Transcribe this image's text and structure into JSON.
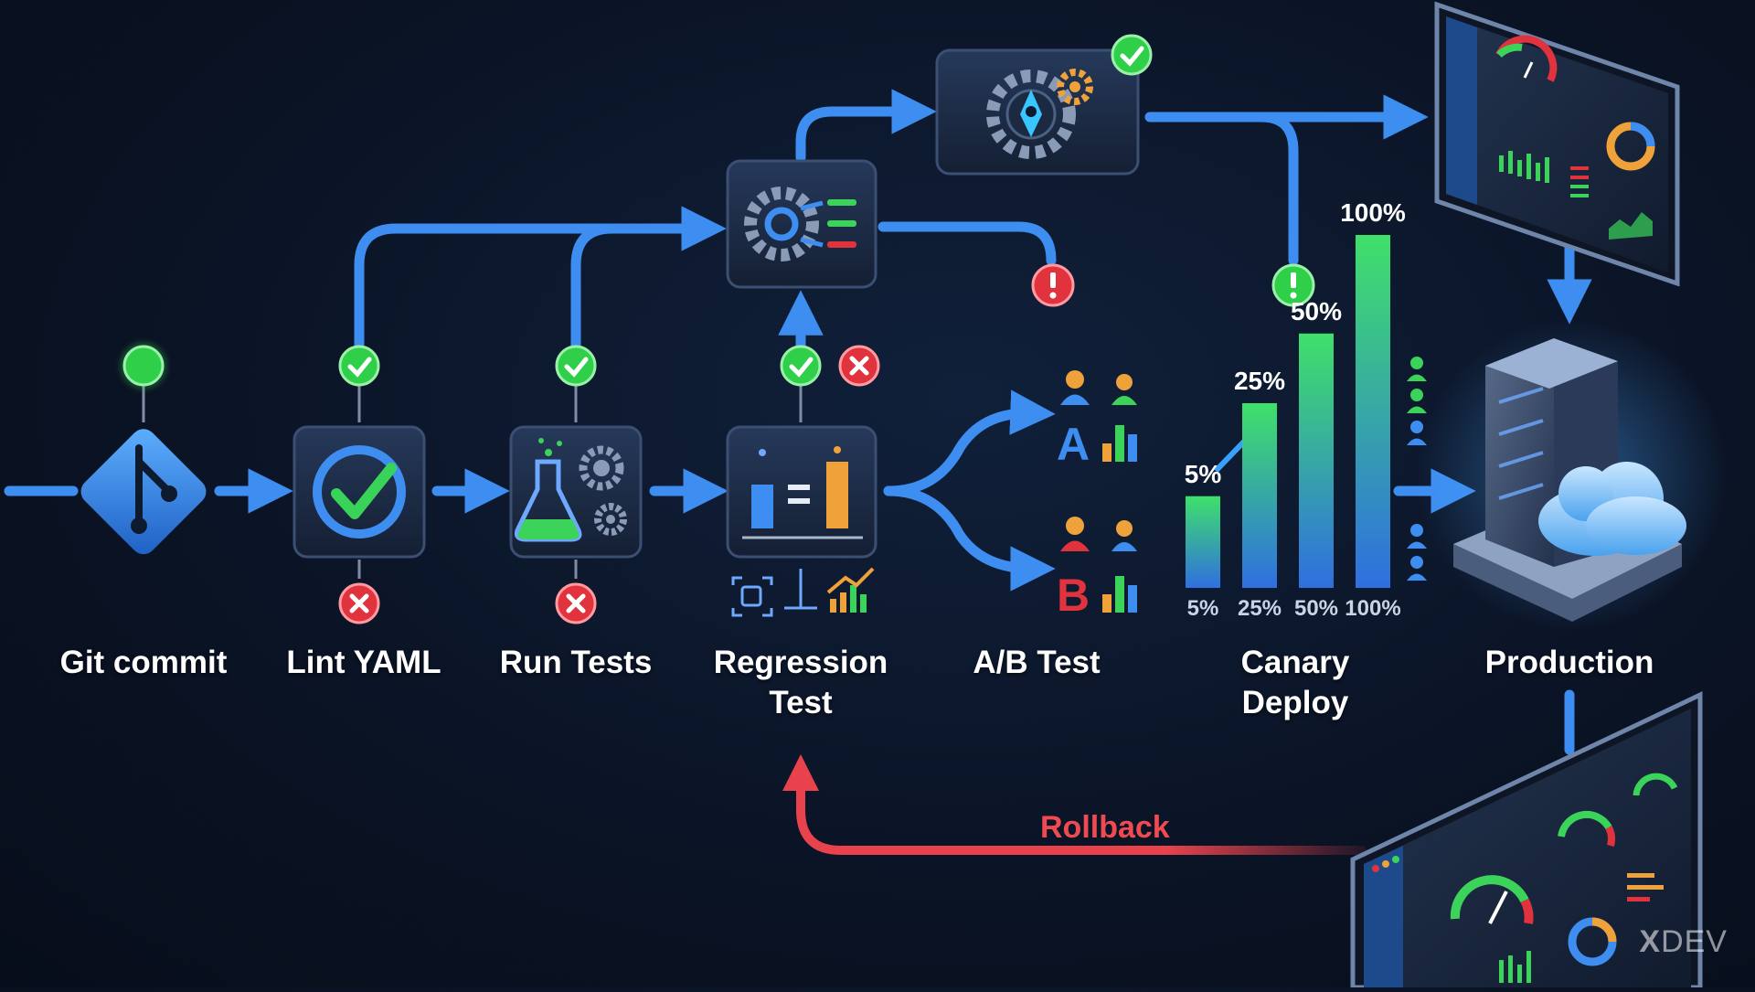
{
  "stages": [
    {
      "id": "git",
      "label": "Git commit"
    },
    {
      "id": "lint",
      "label": "Lint YAML"
    },
    {
      "id": "tests",
      "label": "Run Tests"
    },
    {
      "id": "regression",
      "label": "Regression\nTest"
    },
    {
      "id": "ab",
      "label": "A/B Test"
    },
    {
      "id": "canary",
      "label": "Canary\nDeploy"
    },
    {
      "id": "production",
      "label": "Production"
    }
  ],
  "ab_test": {
    "variant_a": "A",
    "variant_b": "B"
  },
  "canary": {
    "steps": [
      {
        "top": "5%",
        "bottom": "5%",
        "value": 5
      },
      {
        "top": "25%",
        "bottom": "25%",
        "value": 25
      },
      {
        "top": "50%",
        "bottom": "50%",
        "value": 50
      },
      {
        "top": "100%",
        "bottom": "100%",
        "value": 100
      }
    ]
  },
  "rollback": {
    "label": "Rollback"
  },
  "watermark": {
    "brand_mark": "X",
    "brand_text": "DEV"
  },
  "colors": {
    "flow_blue": "#3d8ef0",
    "success_green": "#2fcf4a",
    "failure_red": "#e0333d",
    "rollback_red": "#e8434c",
    "node_fill": "#1b2a40"
  },
  "icons": {
    "git": "git-branch-icon",
    "lint": "check-circle-icon",
    "tests": "flask-gears-icon",
    "regression": "bar-compare-icon",
    "pipeline_node": "gear-pipeline-icon",
    "deploy_node": "gear-rocket-icon",
    "production": "server-cloud-icon"
  }
}
